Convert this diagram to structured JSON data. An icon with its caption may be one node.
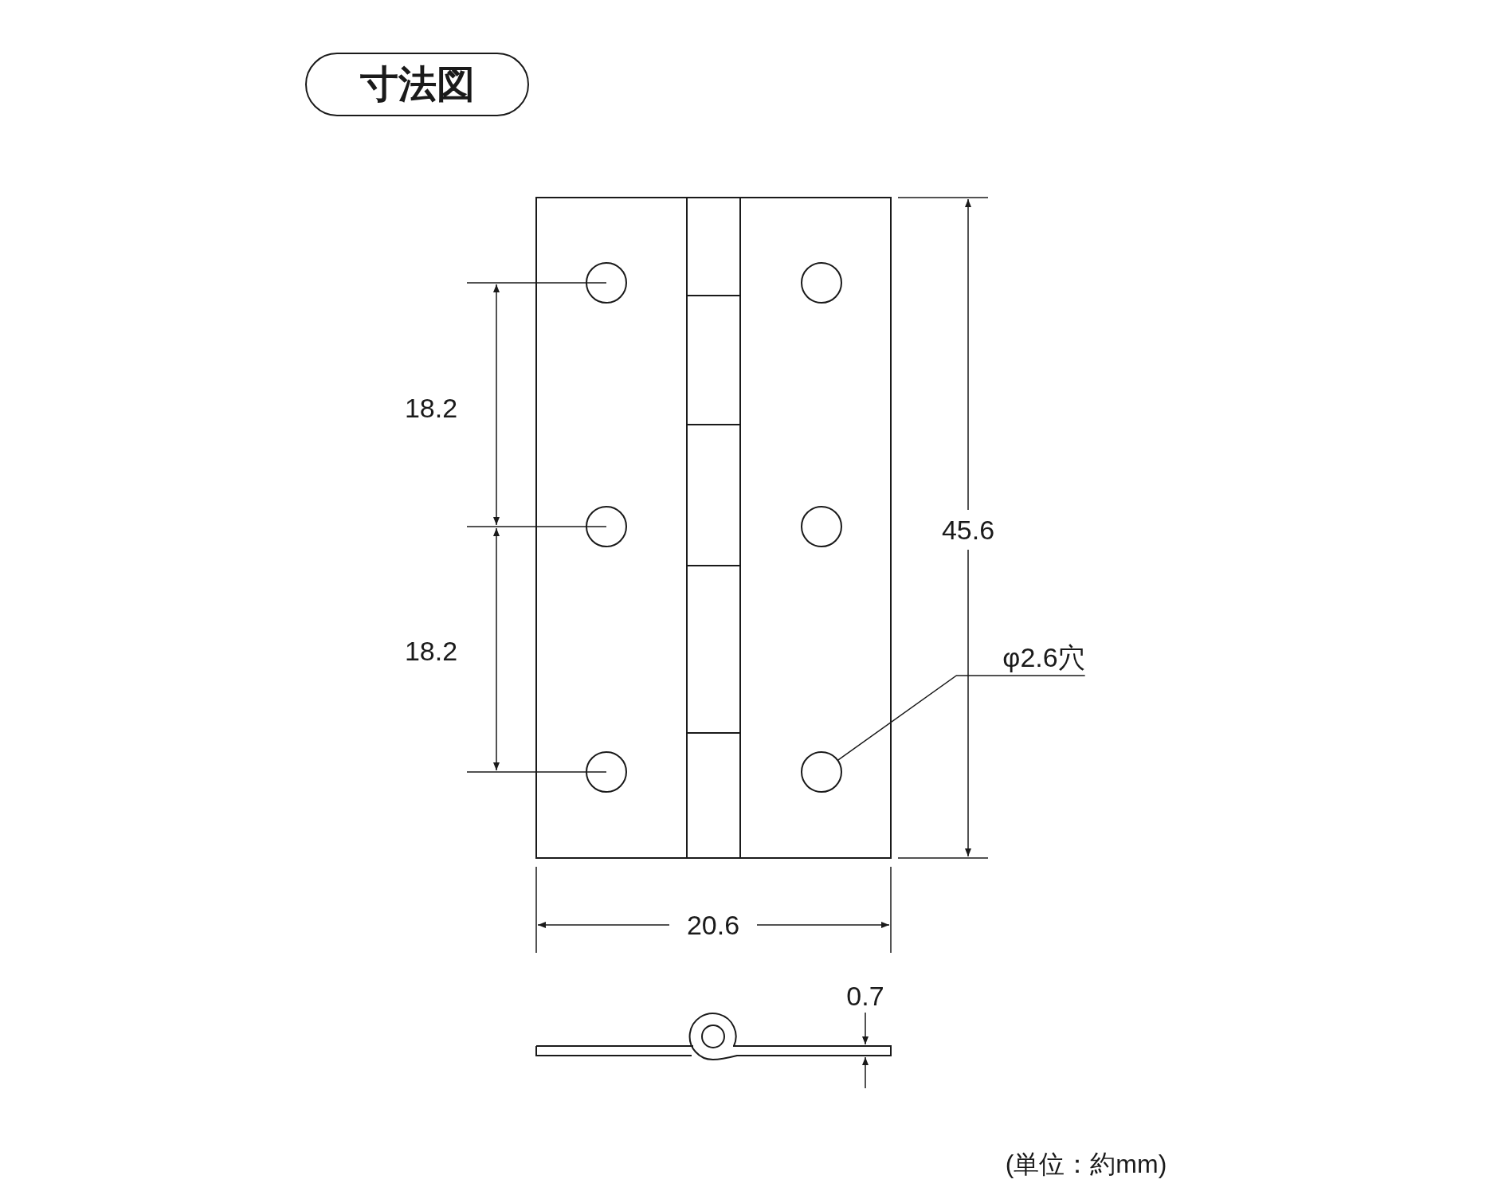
{
  "diagram": {
    "title": "寸法図",
    "nodes": [
      {
        "text": [
          "φ2.6穴"
        ]
      },
      {
        "text": [],
        "shape": "circle"
      }
    ],
    "edges": [
      {
        "from": 0,
        "to": 1,
        "arrow": "none"
      }
    ],
    "labels": [
      "18.2",
      "18.2",
      "45.6",
      "20.6",
      "0.7",
      "(単位：約mm)"
    ]
  }
}
